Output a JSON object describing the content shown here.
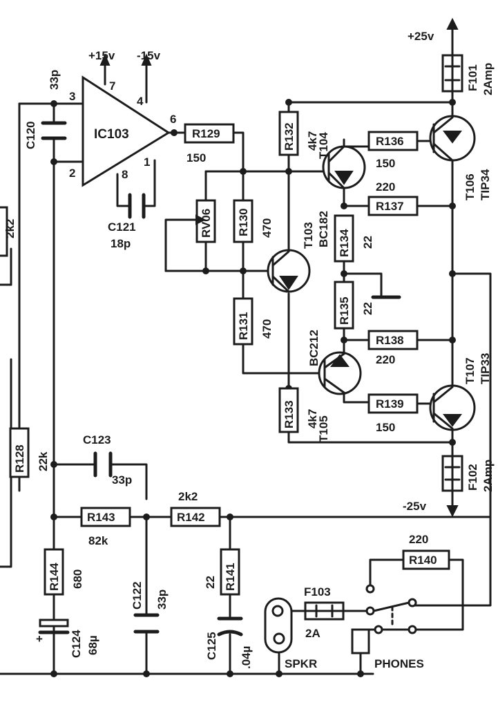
{
  "rails": {
    "pos": "+25v",
    "neg": "-25v",
    "ic_pos": "+15v",
    "ic_neg": "-15v"
  },
  "ic": {
    "name": "IC103",
    "pins": [
      "3",
      "2",
      "7",
      "4",
      "6",
      "8",
      "1"
    ]
  },
  "resistors": [
    {
      "id": "R129",
      "value": "150"
    },
    {
      "id": "R130",
      "value": "470"
    },
    {
      "id": "R131",
      "value": "470"
    },
    {
      "id": "R132",
      "value": "4k7"
    },
    {
      "id": "R133",
      "value": "4k7"
    },
    {
      "id": "R134",
      "value": "22"
    },
    {
      "id": "R135",
      "value": "22"
    },
    {
      "id": "R136",
      "value": "150"
    },
    {
      "id": "R137",
      "value": "220"
    },
    {
      "id": "R138",
      "value": "220"
    },
    {
      "id": "R139",
      "value": "150"
    },
    {
      "id": "R140",
      "value": "220"
    },
    {
      "id": "R141",
      "value": "22"
    },
    {
      "id": "R142",
      "value": "2k2"
    },
    {
      "id": "R143",
      "value": "82k"
    },
    {
      "id": "R144",
      "value": "680"
    },
    {
      "id": "R128",
      "value": "22k"
    }
  ],
  "pot": {
    "id": "RV06"
  },
  "capacitors": [
    {
      "id": "C120",
      "value": "33p"
    },
    {
      "id": "C121",
      "value": "18p"
    },
    {
      "id": "C122",
      "value": "33p"
    },
    {
      "id": "C123",
      "value": "33p"
    },
    {
      "id": "C124",
      "value": "68µ"
    },
    {
      "id": "C125",
      "value": ".04µ"
    }
  ],
  "transistors": [
    {
      "id": "T103",
      "type": "BC182"
    },
    {
      "id": "T104",
      "type": ""
    },
    {
      "id": "T105",
      "type": "BC212"
    },
    {
      "id": "T106",
      "type": "TIP34"
    },
    {
      "id": "T107",
      "type": "TIP33"
    }
  ],
  "fuses": [
    {
      "id": "F101",
      "rating": "2Amp"
    },
    {
      "id": "F102",
      "rating": "2Amp"
    },
    {
      "id": "F103",
      "rating": "2A"
    }
  ],
  "left_edge_label": "2k2",
  "outputs": {
    "speaker": "SPKR",
    "phones": "PHONES"
  }
}
